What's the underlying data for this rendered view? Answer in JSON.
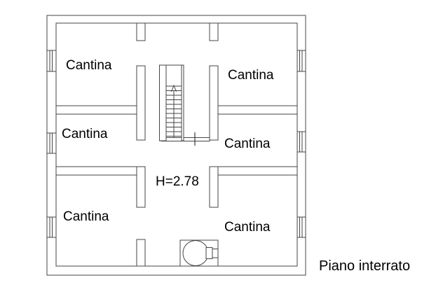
{
  "plan": {
    "floor_label": "Piano interrato",
    "ceiling_height_note": "H=2.78",
    "rooms": [
      {
        "id": "top-left",
        "label": "Cantina"
      },
      {
        "id": "top-right",
        "label": "Cantina"
      },
      {
        "id": "middle-left",
        "label": "Cantina"
      },
      {
        "id": "middle-right",
        "label": "Cantina"
      },
      {
        "id": "bottom-left",
        "label": "Cantina"
      },
      {
        "id": "bottom-right",
        "label": "Cantina"
      }
    ],
    "stair": {
      "direction": "up"
    },
    "colors": {
      "line": "#454545",
      "text": "#000000",
      "background": "#ffffff"
    }
  }
}
